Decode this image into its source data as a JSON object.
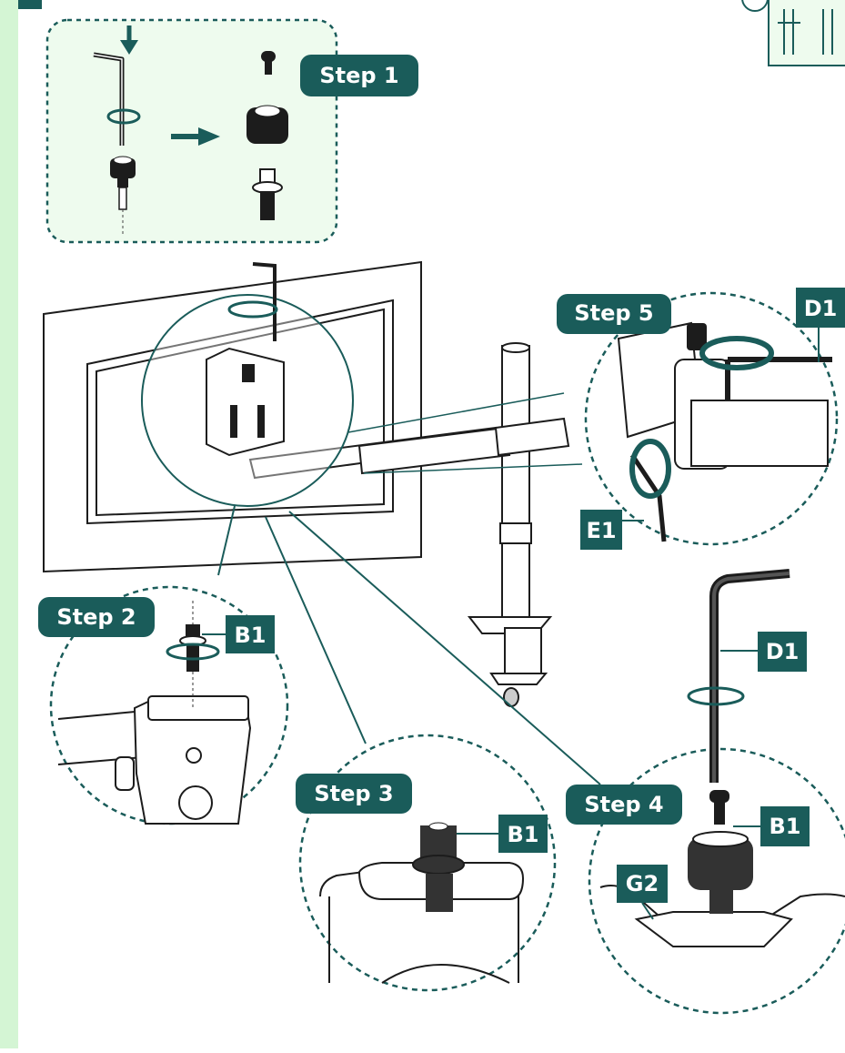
{
  "colors": {
    "accent": "#1a5c5a",
    "sidebar": "#d4f5d4",
    "ink": "#1c1c1c",
    "label_text": "#ffffff"
  },
  "steps": {
    "step1": "Step 1",
    "step2": "Step 2",
    "step3": "Step 3",
    "step4": "Step 4",
    "step5": "Step 5"
  },
  "parts": {
    "b1_step2": "B1",
    "b1_step3": "B1",
    "b1_step4": "B1",
    "d1_step5": "D1",
    "e1_step5": "E1",
    "d1_step4": "D1",
    "g2_step4": "G2"
  },
  "icons": [
    "allen-key-icon",
    "rotate-arrow-icon",
    "down-arrow-icon",
    "right-arrow-icon",
    "two-person-icon"
  ]
}
